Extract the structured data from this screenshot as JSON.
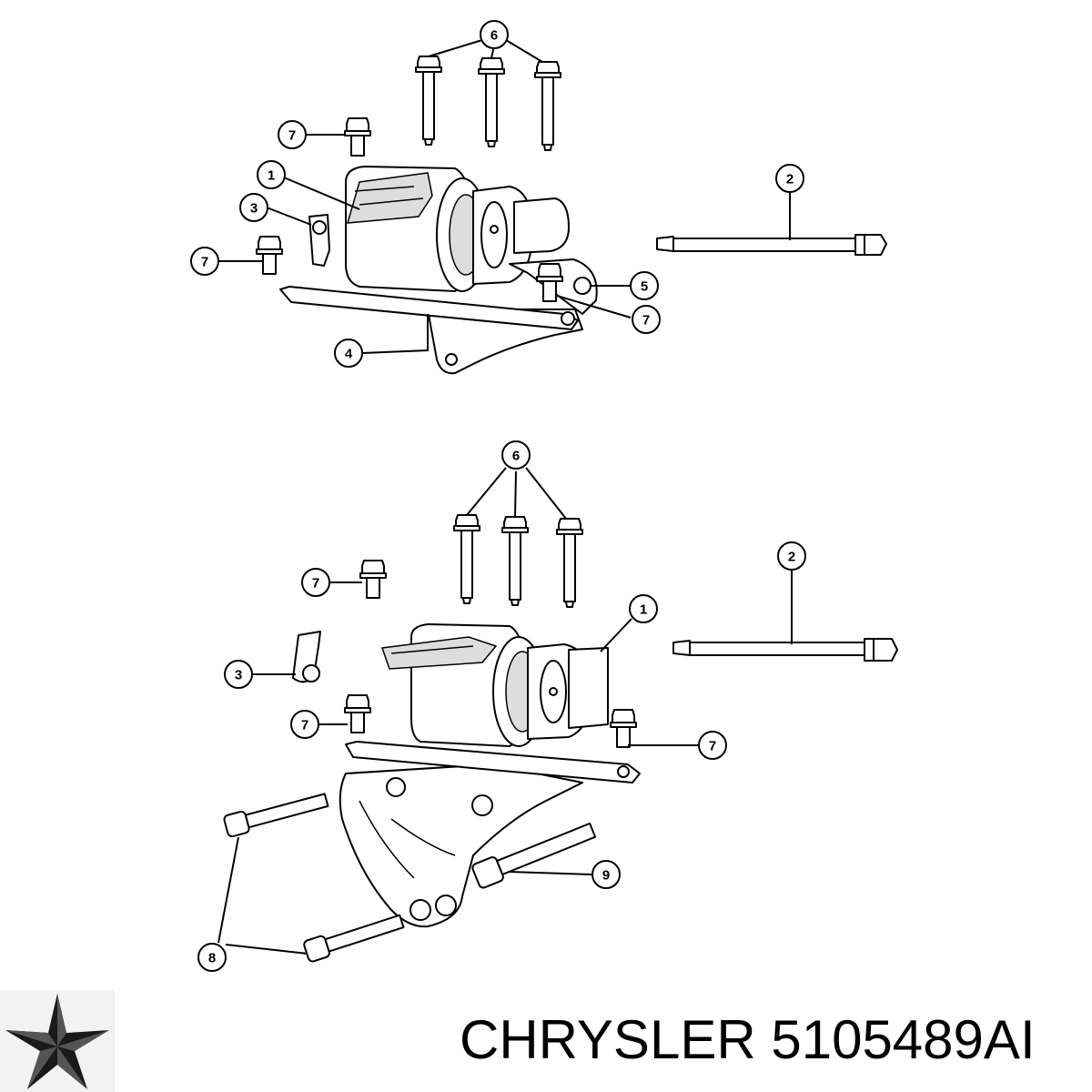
{
  "callouts": {
    "top": {
      "c1": "1",
      "c2": "2",
      "c3": "3",
      "c4": "4",
      "c5": "5",
      "c6": "6",
      "c7a": "7",
      "c7b": "7",
      "c7c": "7"
    },
    "bottom": {
      "c1": "1",
      "c2": "2",
      "c3": "3",
      "c6": "6",
      "c7a": "7",
      "c7b": "7",
      "c7c": "7",
      "c8": "8",
      "c9": "9"
    }
  },
  "brand_logo": "pentastar-icon",
  "caption": "CHRYSLER 5105489AI"
}
